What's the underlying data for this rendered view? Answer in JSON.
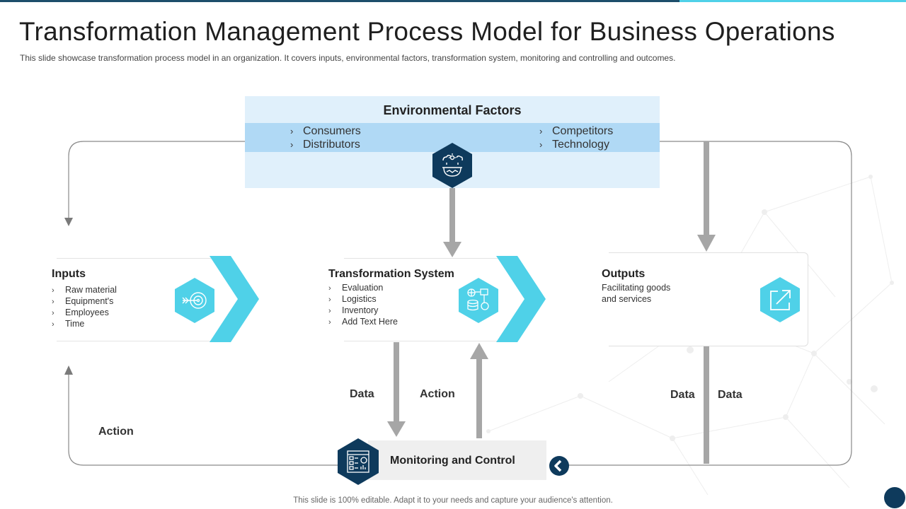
{
  "header": {
    "title": "Transformation Management Process Model for Business Operations",
    "subtitle": "This slide showcase transformation  process model in an organization.  It covers inputs, environmental  factors, transformation  system, monitoring and controlling and outcomes."
  },
  "environmental": {
    "title": "Environmental Factors",
    "left_items": [
      "Consumers",
      "Distributors"
    ],
    "right_items": [
      "Competitors",
      "Technology"
    ],
    "icon": "earth-weather-icon"
  },
  "inputs": {
    "title": "Inputs",
    "items": [
      "Raw material",
      "Equipment's",
      "Employees",
      "Time"
    ],
    "icon": "target-arrow-icon"
  },
  "transformation": {
    "title": "Transformation System",
    "items": [
      "Evaluation",
      "Logistics",
      "Inventory",
      "Add Text Here"
    ],
    "icon": "database-network-icon"
  },
  "outputs": {
    "title": "Outputs",
    "line1": "Facilitating goods",
    "line2": "and services",
    "icon": "external-link-icon"
  },
  "monitoring": {
    "label": "Monitoring and Control",
    "icon": "dashboard-report-icon"
  },
  "flow_labels": {
    "data_left": "Data",
    "action_center": "Action",
    "action_left": "Action",
    "data_right_a": "Data",
    "data_right_b": "Data"
  },
  "footer": {
    "text": "This slide is 100% editable. Adapt it to your needs and capture your audience's attention."
  },
  "colors": {
    "dark_navy": "#0e3a5c",
    "cyan": "#4fd1e8",
    "light_blue": "#e0f0fb",
    "mid_blue": "#b0d9f5",
    "arrow_gray": "#a6a6a6"
  }
}
